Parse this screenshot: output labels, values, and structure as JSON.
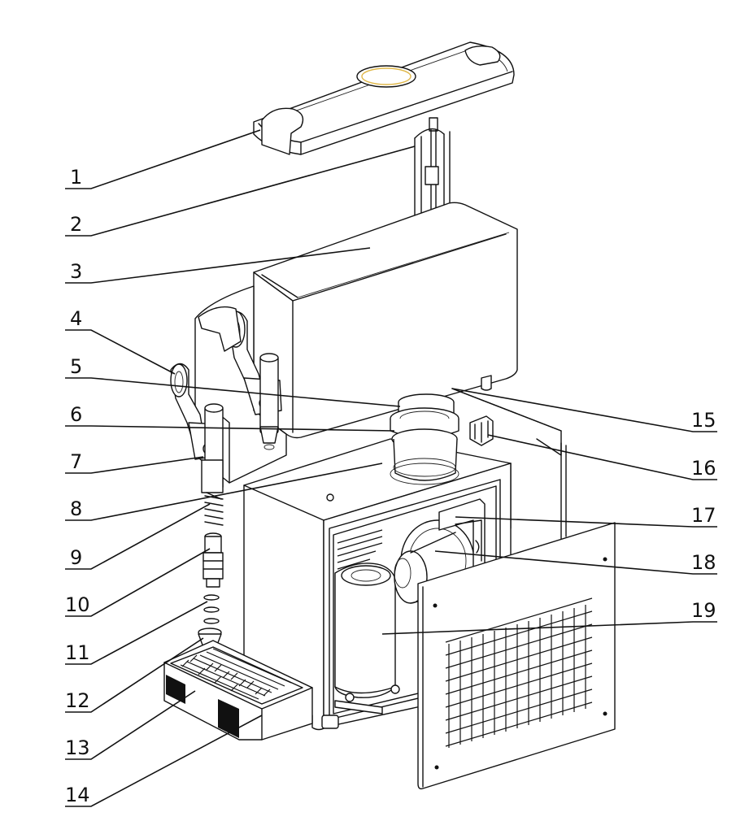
{
  "callouts_left": [
    "1",
    "2",
    "3",
    "4",
    "5",
    "6",
    "7",
    "8",
    "9",
    "10",
    "11",
    "12",
    "13",
    "14"
  ],
  "callouts_right": [
    "15",
    "16",
    "17",
    "18",
    "19"
  ],
  "colors": {
    "line": "#111111",
    "background": "#ffffff",
    "lid_accent": "#e0b84a"
  }
}
